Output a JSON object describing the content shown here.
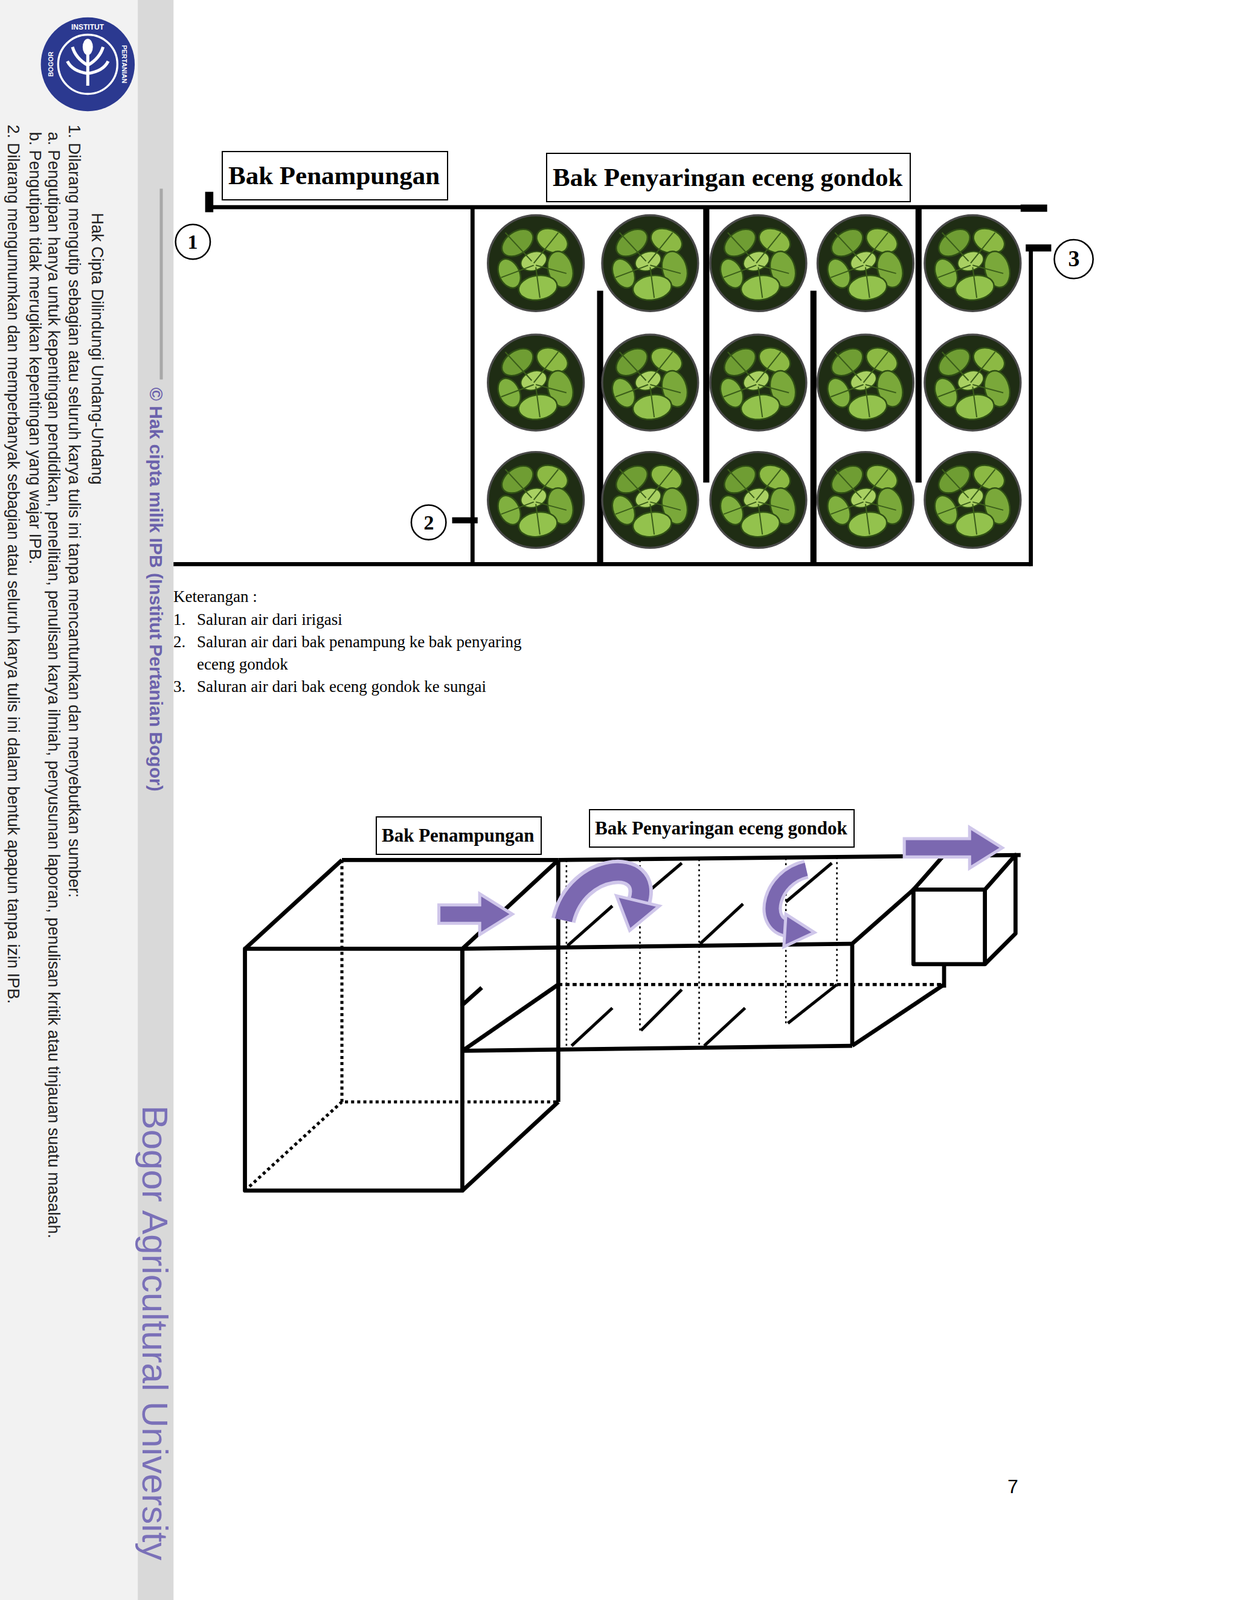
{
  "diagram": {
    "nodes": [
      {
        "text": [
          "Bak Penampungan"
        ]
      },
      {
        "text": [
          "Bak Penyaringan eceng gondok"
        ]
      },
      {
        "text": [
          "Bak Penampungan"
        ]
      },
      {
        "text": [
          "Bak Penyaringan eceng gondok"
        ]
      }
    ],
    "labels": [
      "INSTITUT",
      "PERTANIAN",
      "BOGOR",
      "Hak Cipta Dilindungi Undang-Undang",
      "1. Dilarang mengutip sebagian atau seluruh karya tulis ini tanpa mencantumkan dan menyebutkan sumber:",
      "a. Pengutipan hanya untuk kepentingan pendidikan, penelitian, penulisan karya ilmiah, penyusunan laporan, penulisan kritik atau tinjauan suatu masalah.",
      "b. Pengutipan tidak merugikan kepentingan yang wajar IPB.",
      "2. Dilarang mengumumkan dan memperbanyak sebagian atau seluruh karya tulis ini dalam bentuk apapun tanpa izin IPB.",
      "© Hak cipta milik IPB (Institut Pertanian Bogor)",
      "Bogor Agricultural University",
      "1",
      "2",
      "3",
      "Keterangan :",
      "1.",
      "Saluran air dari irigasi",
      "2.",
      "Saluran air dari bak penampung ke bak penyaring eceng gondok",
      "3.",
      "Saluran air dari bak eceng gondok ke sungai",
      "7"
    ]
  }
}
